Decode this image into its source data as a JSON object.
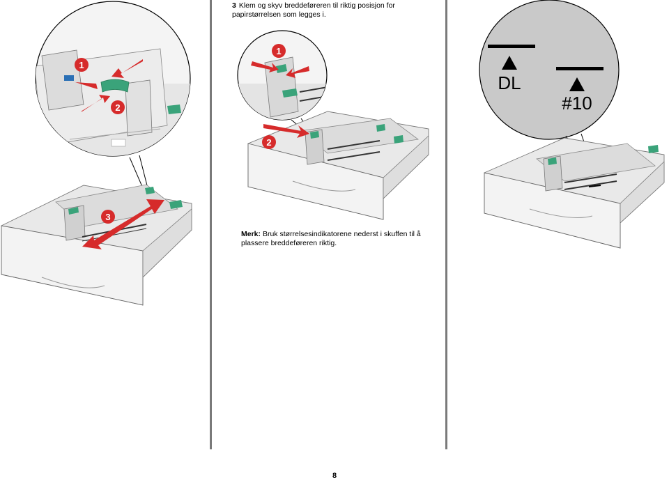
{
  "step": {
    "number": "3",
    "text": "Klem og skyv breddeføreren til riktig posisjon for papirstørrelsen som legges i."
  },
  "note": {
    "label": "Merk:",
    "text": "Bruk størrelsesindikatorene nederst i skuffen til å plassere breddeføreren riktig."
  },
  "callouts": {
    "one": "1",
    "two": "2",
    "three": "3"
  },
  "zoom_marks": {
    "left": "DL",
    "right": "#10"
  },
  "page_number": "8",
  "colors": {
    "callout_red": "#d62b2b",
    "guide_green": "#3aa37a",
    "tray_gray": "#d9d9d9",
    "divider": "#7a7a7a"
  }
}
